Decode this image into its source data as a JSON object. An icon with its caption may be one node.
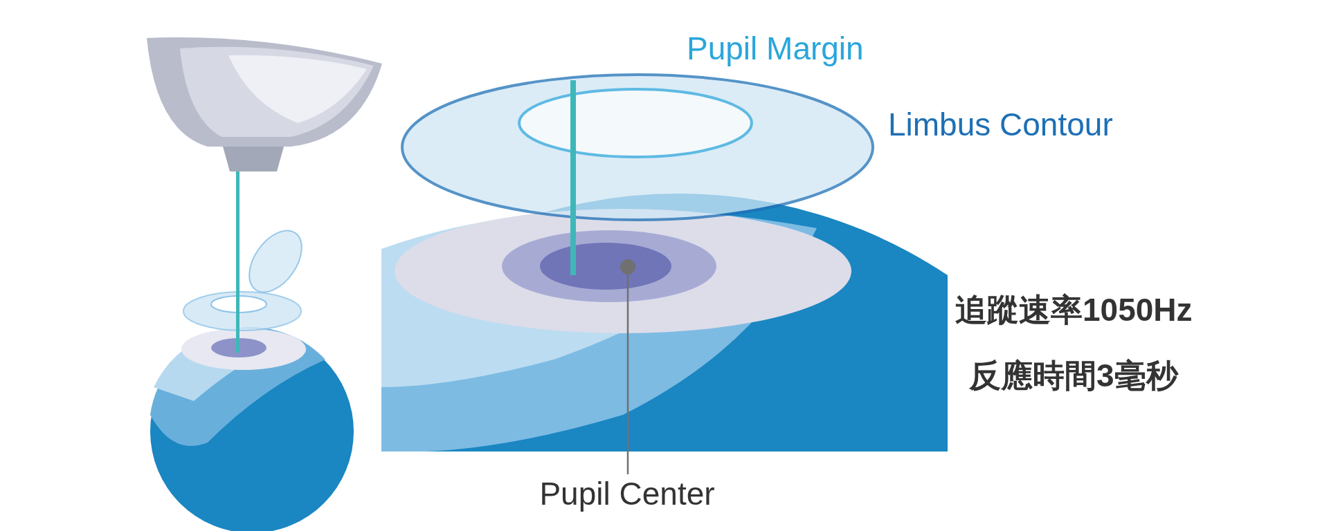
{
  "diagram": {
    "nodes": [
      {
        "text": [
          "Pupil Center"
        ]
      },
      {
        "text": [],
        "shape": "circle"
      }
    ],
    "edges": [
      {
        "from": 0,
        "to": 1,
        "arrow": "none"
      }
    ],
    "labels": [
      "Pupil Margin",
      "Limbus Contour",
      "追蹤速率1050Hz",
      "反應時間3毫秒"
    ]
  }
}
